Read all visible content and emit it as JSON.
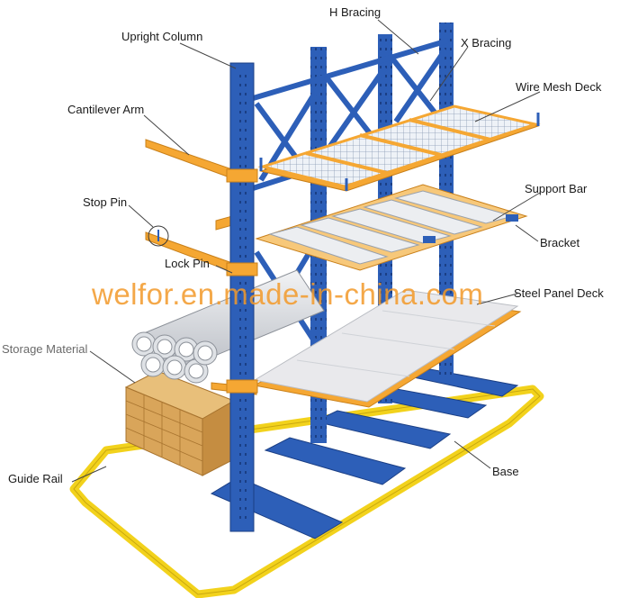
{
  "labels": {
    "h_bracing": "H Bracing",
    "upright_column": "Upright Column",
    "x_bracing": "X Bracing",
    "wire_mesh_deck": "Wire Mesh Deck",
    "cantilever_arm": "Cantilever Arm",
    "stop_pin": "Stop Pin",
    "support_bar": "Support Bar",
    "bracket": "Bracket",
    "lock_pin": "Lock Pin",
    "steel_panel_deck": "Steel Panel Deck",
    "storage_material": "Storage Material",
    "base": "Base",
    "guide_rail": "Guide Rail"
  },
  "watermark": "welfor.en.made-in-china.com",
  "colors": {
    "upright_blue": "#2d5fb8",
    "arm_orange": "#f5a733",
    "guide_rail_yellow": "#f2d21c",
    "deck_gray": "#e9e9ec",
    "pipe_gray": "#c9ccd1",
    "lumber": "#d9a55a",
    "watermark_orange": "#f39a2a"
  }
}
